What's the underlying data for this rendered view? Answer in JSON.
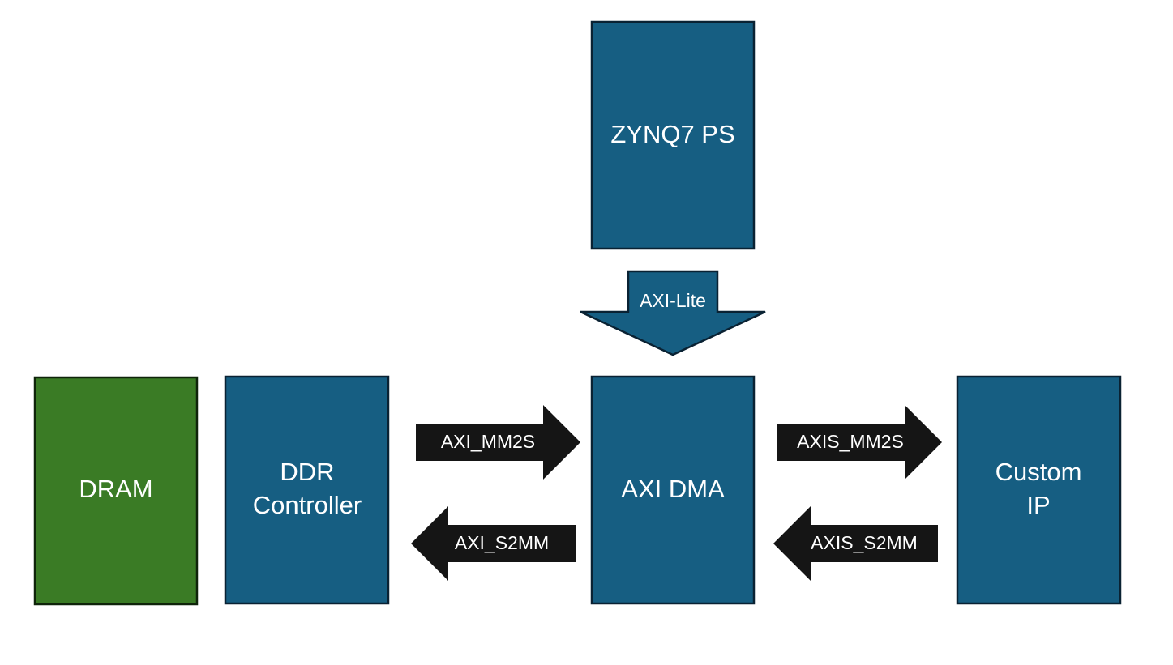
{
  "colors": {
    "block_fill": "#165e82",
    "block_stroke": "#0a2233",
    "dram_fill": "#3a7b25",
    "dram_stroke": "#0f240a",
    "arrow_fill": "#151515",
    "axilite_fill": "#165e82",
    "axilite_stroke": "#0a2233",
    "text": "#ffffff"
  },
  "blocks": {
    "zynq": {
      "label": "ZYNQ7 PS"
    },
    "dram": {
      "label": "DRAM"
    },
    "ddr": {
      "line1": "DDR",
      "line2": "Controller"
    },
    "dma": {
      "label": "AXI DMA"
    },
    "custom": {
      "line1": "Custom",
      "line2": "IP"
    }
  },
  "arrows": {
    "axi_lite": {
      "label": "AXI-Lite"
    },
    "axi_mm2s": {
      "label": "AXI_MM2S"
    },
    "axi_s2mm": {
      "label": "AXI_S2MM"
    },
    "axis_mm2s": {
      "label": "AXIS_MM2S"
    },
    "axis_s2mm": {
      "label": "AXIS_S2MM"
    }
  }
}
